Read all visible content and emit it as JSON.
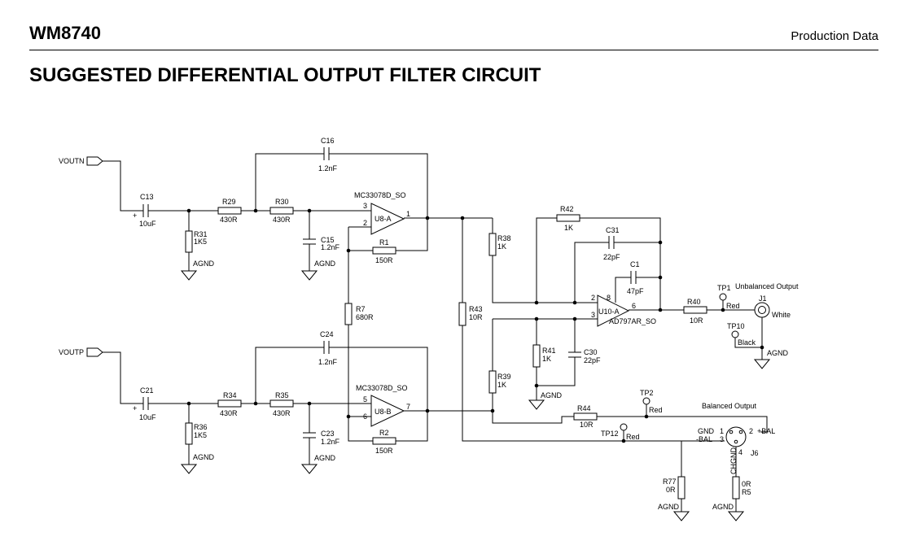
{
  "header": {
    "chip_name": "WM8740",
    "status": "Production Data"
  },
  "section_title": "SUGGESTED DIFFERENTIAL OUTPUT FILTER CIRCUIT",
  "schematic": {
    "inputs": {
      "voutn": "VOUTN",
      "voutp": "VOUTP"
    },
    "components": {
      "c13": {
        "ref": "C13",
        "value": "10uF"
      },
      "c21": {
        "ref": "C21",
        "value": "10uF"
      },
      "r29": {
        "ref": "R29",
        "value": "430R"
      },
      "r30": {
        "ref": "R30",
        "value": "430R"
      },
      "r34": {
        "ref": "R34",
        "value": "430R"
      },
      "r35": {
        "ref": "R35",
        "value": "430R"
      },
      "r31": {
        "ref": "R31",
        "value": "1K5"
      },
      "r36": {
        "ref": "R36",
        "value": "1K5"
      },
      "c16": {
        "ref": "C16",
        "value": "1.2nF"
      },
      "c24": {
        "ref": "C24",
        "value": "1.2nF"
      },
      "c15": {
        "ref": "C15",
        "value": "1.2nF"
      },
      "c23": {
        "ref": "C23",
        "value": "1.2nF"
      },
      "r1": {
        "ref": "R1",
        "value": "150R"
      },
      "r2": {
        "ref": "R2",
        "value": "150R"
      },
      "r7": {
        "ref": "R7",
        "value": "680R"
      },
      "r38": {
        "ref": "R38",
        "value": "1K"
      },
      "r39": {
        "ref": "R39",
        "value": "1K"
      },
      "r43": {
        "ref": "R43",
        "value": "10R"
      },
      "r41": {
        "ref": "R41",
        "value": "1K"
      },
      "c30": {
        "ref": "C30",
        "value": "22pF"
      },
      "r42": {
        "ref": "R42",
        "value": "1K"
      },
      "c31": {
        "ref": "C31",
        "value": "22pF"
      },
      "c1": {
        "ref": "C1",
        "value": "47pF"
      },
      "r40": {
        "ref": "R40",
        "value": "10R"
      },
      "r44": {
        "ref": "R44",
        "value": "10R"
      },
      "r77": {
        "ref": "R77",
        "value": "0R"
      },
      "r5": {
        "ref": "R5",
        "value": "0R"
      }
    },
    "opamps": {
      "u8a": {
        "part": "MC33078D_SO",
        "ref": "U8-A",
        "pin_plus": "3",
        "pin_minus": "2",
        "pin_out": "1"
      },
      "u8b": {
        "part": "MC33078D_SO",
        "ref": "U8-B",
        "pin_plus": "5",
        "pin_minus": "6",
        "pin_out": "7"
      },
      "u10a": {
        "part": "AD797AR_SO",
        "ref": "U10-A",
        "pin_minus": "2",
        "pin_plus": "3",
        "pin_out": "6",
        "pin_8": "8"
      }
    },
    "ground_label": "AGND",
    "test_points": {
      "tp1": {
        "ref": "TP1",
        "color": "Red"
      },
      "tp10": {
        "ref": "TP10",
        "color": "Black"
      },
      "tp2": {
        "ref": "TP2",
        "color": "Red"
      },
      "tp12": {
        "ref": "TP12",
        "color": "Red"
      }
    },
    "connectors": {
      "j1": {
        "ref": "J1",
        "color": "White",
        "label": "Unbalanced Output"
      },
      "j6": {
        "ref": "J6",
        "label": "Balanced Output",
        "pin1": "1",
        "pin2": "2",
        "pin3": "3",
        "pin4": "4",
        "gnd": "GND",
        "minus_bal": "-BAL",
        "plus_bal": "+BAL",
        "chgnd": "CHGND"
      }
    },
    "cap_polarity": "+"
  }
}
